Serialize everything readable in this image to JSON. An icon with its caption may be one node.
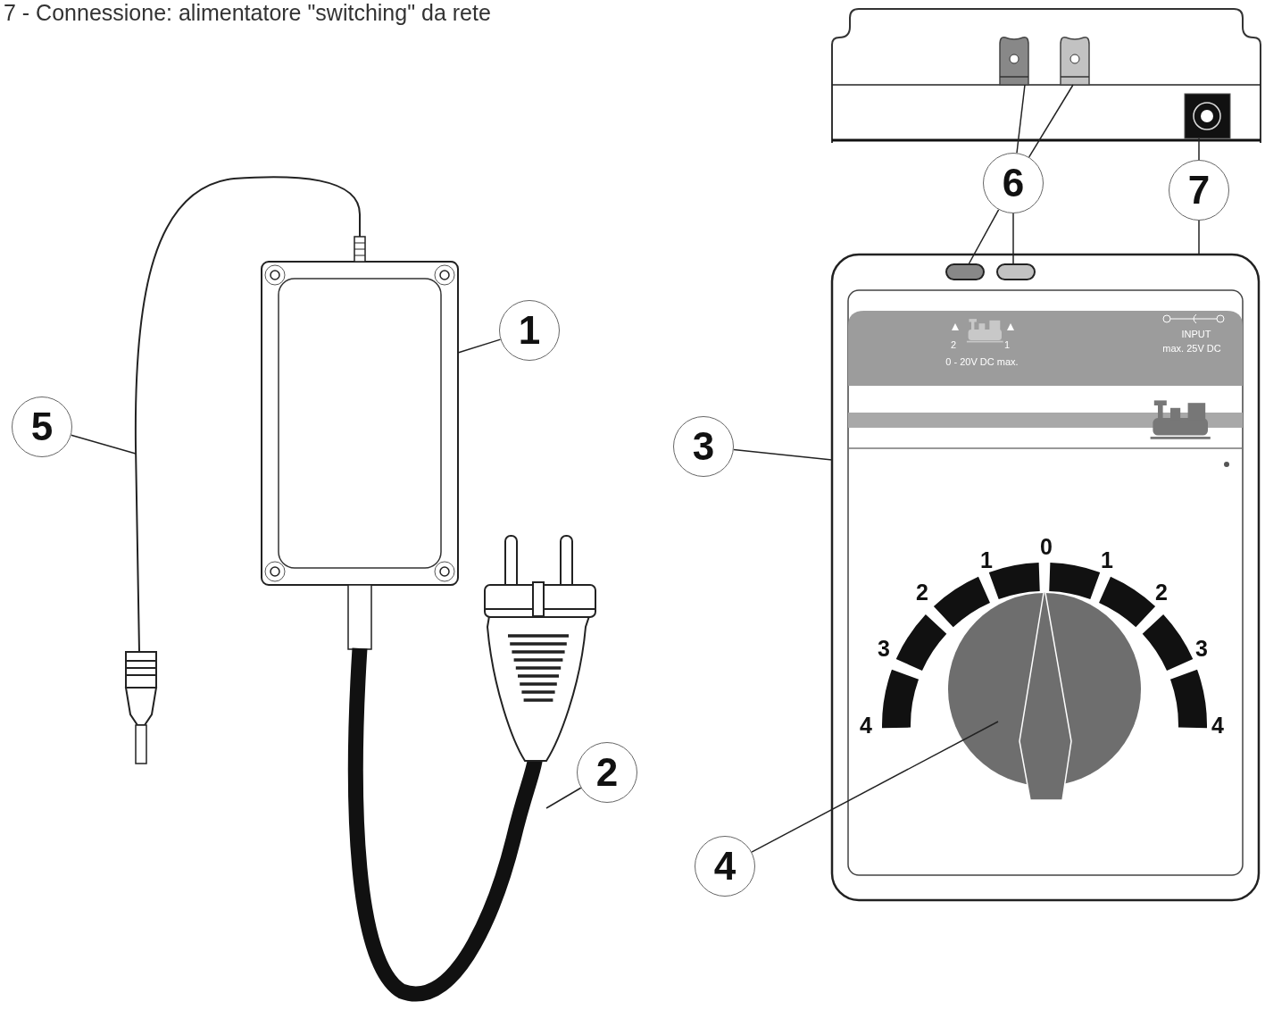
{
  "diagram": {
    "title": "7 - Connessione: alimentatore \"switching\" da rete",
    "nodes": [
      {
        "text": [
          "1"
        ]
      },
      {
        "text": [],
        "shape": "picture"
      },
      {
        "text": [
          "2"
        ]
      },
      {
        "text": [],
        "shape": "picture"
      },
      {
        "text": [
          "3"
        ]
      },
      {
        "text": [],
        "shape": "picture"
      },
      {
        "text": [
          "4"
        ]
      },
      {
        "text": [],
        "shape": "picture",
        "in": 5
      },
      {
        "text": [
          "5"
        ]
      },
      {
        "text": [],
        "shape": "picture"
      },
      {
        "text": [
          "6"
        ]
      },
      {
        "text": [],
        "shape": "picture"
      },
      {
        "text": [],
        "shape": "picture"
      },
      {
        "text": [],
        "shape": "box",
        "in": 5
      },
      {
        "text": [],
        "shape": "box",
        "in": 5
      },
      {
        "text": [
          "7"
        ]
      },
      {
        "text": [],
        "shape": "picture"
      }
    ],
    "edges": [
      {
        "from": 0,
        "to": 1,
        "arrow": "none"
      },
      {
        "from": 2,
        "to": 3,
        "arrow": "none"
      },
      {
        "from": 4,
        "to": 5,
        "arrow": "none"
      },
      {
        "from": 6,
        "to": 7,
        "arrow": "none"
      },
      {
        "from": 8,
        "to": 9,
        "arrow": "none"
      },
      {
        "from": 10,
        "to": 11,
        "arrow": "none"
      },
      {
        "from": 10,
        "to": 12,
        "arrow": "none"
      },
      {
        "from": 10,
        "to": 13,
        "arrow": "none"
      },
      {
        "from": 10,
        "to": 14,
        "arrow": "none"
      },
      {
        "from": 15,
        "to": 16,
        "arrow": "none"
      },
      {
        "from": 15,
        "to": 5,
        "arrow": "none"
      }
    ],
    "labels": [
      "2",
      "1",
      "0 - 20V DC max.",
      "INPUT",
      "max. 25V DC",
      "0",
      "1",
      "1",
      "2",
      "2",
      "3",
      "3",
      "4",
      "4"
    ]
  }
}
